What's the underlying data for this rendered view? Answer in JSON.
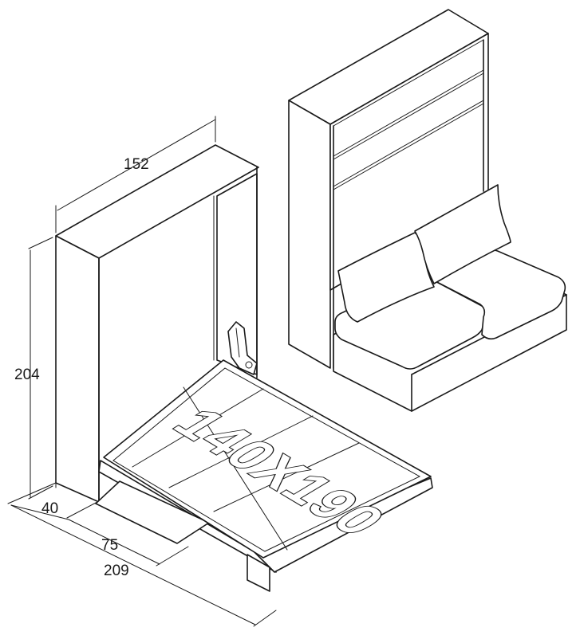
{
  "dimensions": {
    "width": "152",
    "height": "204",
    "depth_closed": "40",
    "depth_open_bed": "75",
    "depth_total": "209"
  },
  "bed": {
    "size_label": "140X190"
  }
}
